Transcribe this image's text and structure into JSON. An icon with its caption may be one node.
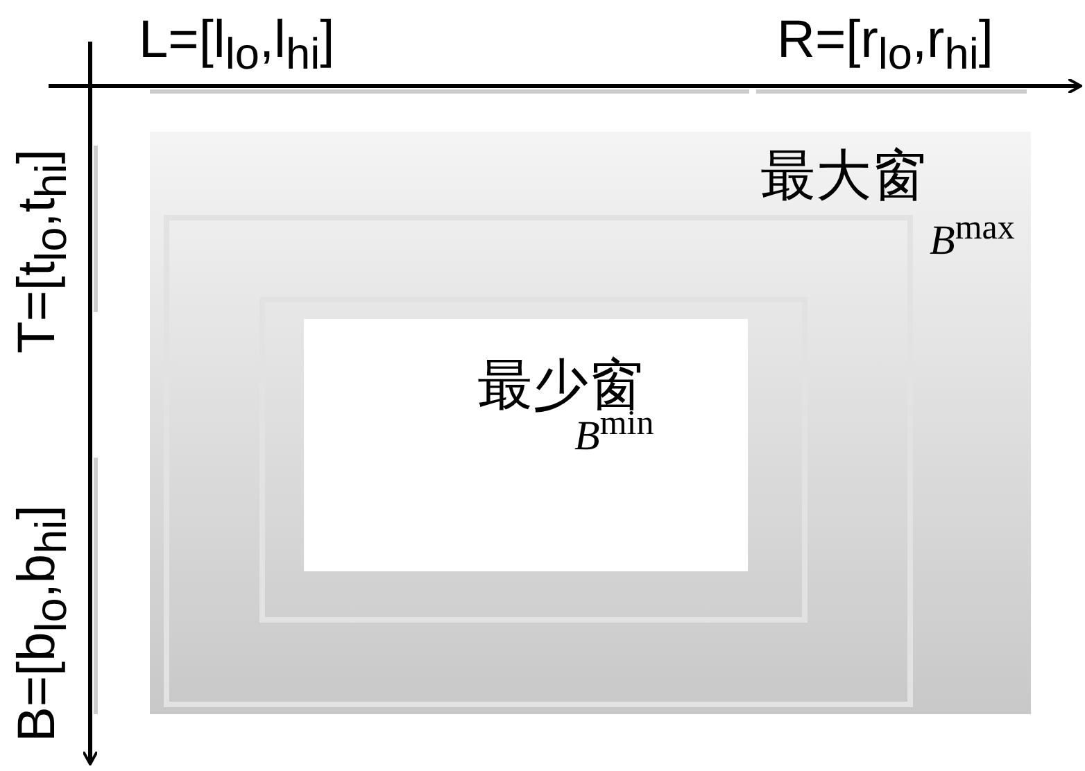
{
  "diagram": {
    "nodes": [
      {
        "text": [
          "最大窗",
          "*B*$^{max}$"
        ]
      },
      {
        "text": [],
        "shape": "box",
        "in": 0
      },
      {
        "text": [],
        "shape": "box",
        "in": 1
      },
      {
        "text": [
          "最少窗",
          "*B*$^{min}$"
        ],
        "in": 2
      }
    ],
    "edges": [],
    "labels": [
      "L=[l$_{lo}$,l$_{hi}$]",
      "R=[r$_{lo}$,r$_{hi}$]",
      "T=[t$_{lo}$,t$_{hi}$]",
      "B=[b$_{lo}$,b$_{hi}$]"
    ]
  }
}
